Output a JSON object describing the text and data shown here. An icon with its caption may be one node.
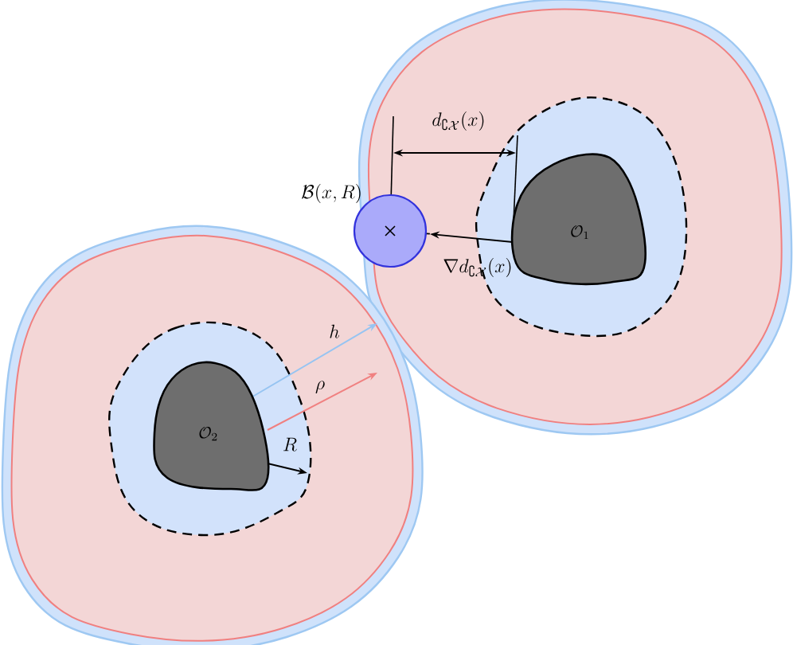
{
  "diagram": {
    "nodes": [
      {
        "text": [
          "\\mathcal{O}_1"
        ]
      },
      {
        "text": [
          "\\mathcal{O}_2"
        ]
      },
      {
        "text": [],
        "shape": "circle",
        "beside": [
          "\\mathcal{B}(x,R)"
        ]
      }
    ],
    "labels": [
      "d_{\\complement\\mathcal{X}}(x)",
      "\\nabla d_{\\complement\\mathcal{X}}(x)",
      "h",
      "\\rho",
      "R"
    ]
  }
}
